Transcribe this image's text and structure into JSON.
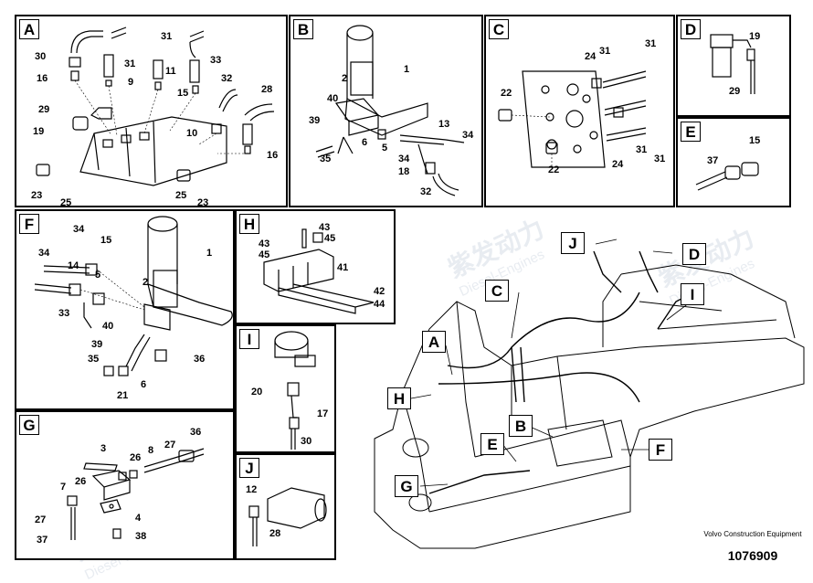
{
  "panels": {
    "A": {
      "label": "A",
      "callouts": [
        "30",
        "31",
        "31",
        "33",
        "16",
        "9",
        "11",
        "15",
        "32",
        "28",
        "29",
        "19",
        "10",
        "16",
        "23",
        "25",
        "25",
        "23"
      ]
    },
    "B": {
      "label": "B",
      "callouts": [
        "1",
        "2",
        "40",
        "39",
        "6",
        "5",
        "34",
        "13",
        "34",
        "35",
        "18",
        "32"
      ]
    },
    "C": {
      "label": "C",
      "callouts": [
        "31",
        "24",
        "31",
        "22",
        "22",
        "31",
        "24",
        "31"
      ]
    },
    "D": {
      "label": "D",
      "callouts": [
        "19",
        "29"
      ]
    },
    "E": {
      "label": "E",
      "callouts": [
        "15",
        "37"
      ]
    },
    "F": {
      "label": "F",
      "callouts": [
        "34",
        "15",
        "34",
        "14",
        "5",
        "1",
        "2",
        "33",
        "40",
        "39",
        "35",
        "36",
        "21",
        "6"
      ]
    },
    "G": {
      "label": "G",
      "callouts": [
        "3",
        "36",
        "8",
        "27",
        "26",
        "7",
        "26",
        "27",
        "4",
        "37",
        "38"
      ]
    },
    "H": {
      "label": "H",
      "callouts": [
        "43",
        "43",
        "45",
        "45",
        "41",
        "42",
        "44"
      ]
    },
    "I": {
      "label": "I",
      "callouts": [
        "20",
        "17",
        "30"
      ]
    },
    "J": {
      "label": "J",
      "callouts": [
        "12",
        "28"
      ]
    }
  },
  "overview_callouts": [
    "J",
    "D",
    "C",
    "I",
    "A",
    "H",
    "B",
    "E",
    "F",
    "G"
  ],
  "caption": "Volvo Construction Equipment",
  "part_number": "1076909",
  "watermark": {
    "cn": "紫发动力",
    "en": "Diesel-Engines"
  }
}
